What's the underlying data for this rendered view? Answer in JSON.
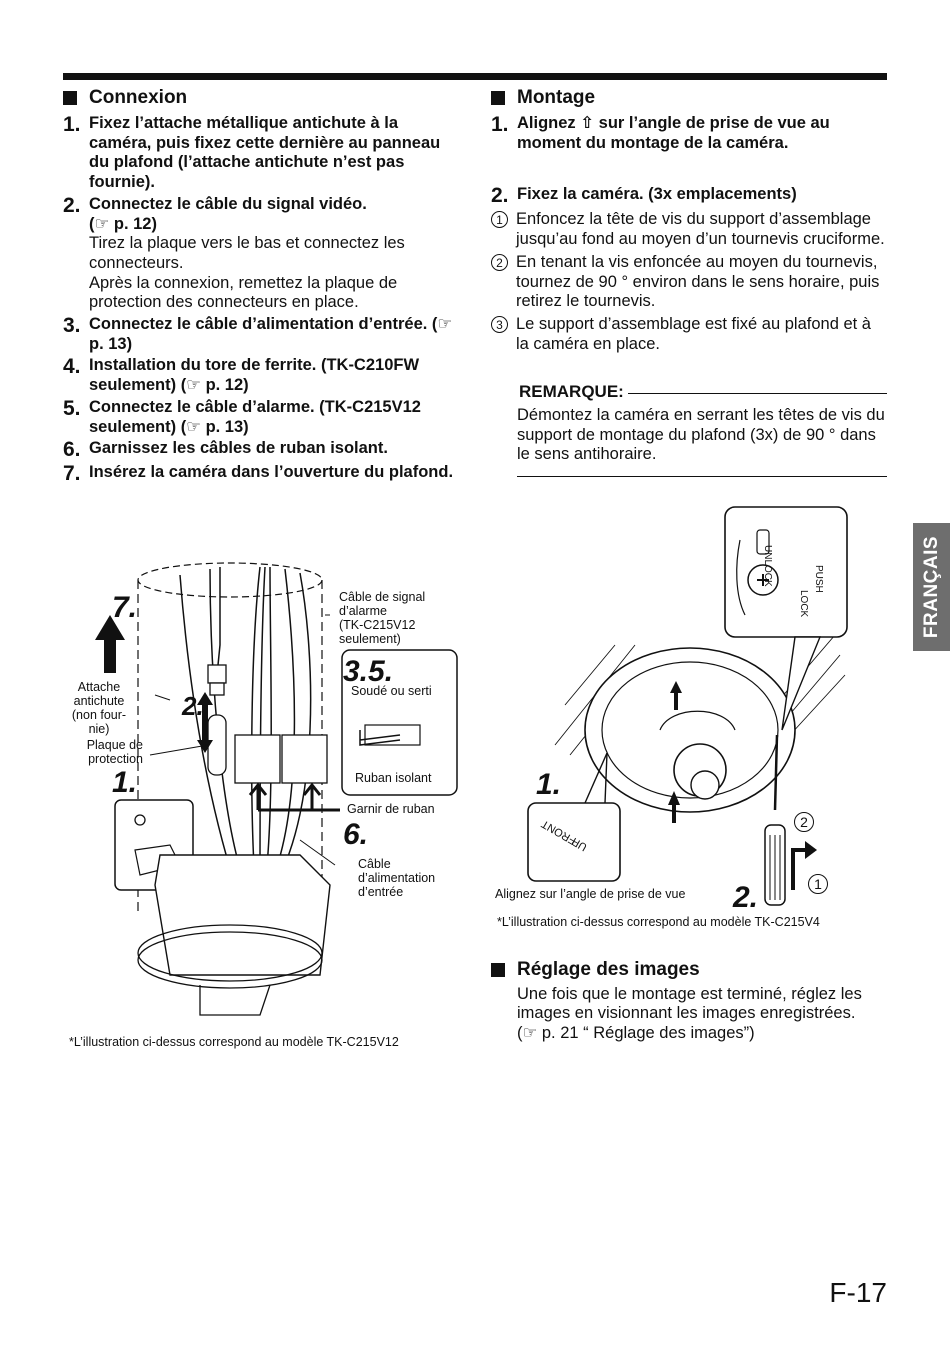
{
  "connexion": {
    "title": "Connexion",
    "steps": [
      {
        "n": "1.",
        "text": "Fixez l’attache métallique antichute à la caméra, puis fixez cette dernière au panneau du plafond (l’attache antichute n’est pas fournie)."
      },
      {
        "n": "2.",
        "text": "Connectez le câble du signal vidéo.",
        "ref": "(☞ p. 12)",
        "detail1": "Tirez la plaque vers le bas et connectez les connecteurs.",
        "detail2": "Après la connexion, remettez la plaque de protection des connecteurs en place."
      },
      {
        "n": "3.",
        "text": "Connectez le câble d’alimentation d’entrée. (☞ p. 13)"
      },
      {
        "n": "4.",
        "text": "Installation du tore de ferrite. (TK-C210FW seulement) (☞ p. 12)"
      },
      {
        "n": "5.",
        "text": "Connectez le câble d’alarme. (TK-C215V12 seulement) (☞ p. 13)"
      },
      {
        "n": "6.",
        "text": "Garnissez les câbles de ruban isolant."
      },
      {
        "n": "7.",
        "text": "Insérez la caméra dans l’ouverture du plafond."
      }
    ]
  },
  "montage": {
    "title": "Montage",
    "step1": {
      "n": "1.",
      "text": "Alignez ⇧ sur l’angle de prise de vue au moment du montage de la caméra."
    },
    "step2": {
      "n": "2.",
      "text": "Fixez la caméra. (3x emplacements)",
      "subs": [
        {
          "n": "1",
          "text": "Enfoncez la tête de vis du support d’assemblage jusqu’au fond au moyen d’un tournevis cruciforme."
        },
        {
          "n": "2",
          "text": "En tenant la vis enfoncée au moyen du tournevis, tournez de 90 ° environ dans le sens horaire, puis retirez le tournevis."
        },
        {
          "n": "3",
          "text": "Le support d’assemblage est fixé au plafond et à la caméra en place."
        }
      ]
    },
    "note_title": "REMARQUE:",
    "note_text": "Démontez la caméra en serrant les têtes de vis du support de montage du plafond (3x) de 90 ° dans le sens antihoraire."
  },
  "reglage": {
    "title": "Réglage des images",
    "text": "Une fois que le montage est terminé, réglez les images en visionnant les images enregistrées.",
    "ref": "(☞ p. 21 “ Réglage des images”)"
  },
  "figure_left": {
    "labels": {
      "alarm_cable": [
        "Câble de signal",
        "d’alarme",
        "(TK-C215V12",
        "seulement)"
      ],
      "attache": [
        "Attache",
        "antichute",
        "(non four-",
        "nie)"
      ],
      "plaque": [
        "Plaque de",
        "protection"
      ],
      "soude": "Soudé ou serti",
      "ruban": "Ruban isolant",
      "garnir": "Garnir de ruban",
      "cable_alim": [
        "Câble",
        "d’alimentation",
        "d’entrée"
      ]
    },
    "step_marks": [
      "7.",
      "2.",
      "1.",
      "3.5.",
      "6."
    ],
    "caption": "*L’illustration ci-dessus correspond au modèle TK-C215V12"
  },
  "figure_right": {
    "labels": {
      "unlock": "UNLOCK",
      "push": "PUSH",
      "lock": "LOCK",
      "front": "FRONT",
      "up": "UP",
      "align": "Alignez sur l’angle de prise de vue"
    },
    "step_marks": [
      "1.",
      "2."
    ],
    "circled": [
      "2",
      "1"
    ],
    "caption": "*L’illustration ci-dessus correspond au modèle TK-C215V4"
  },
  "side_tab": "FRANÇAIS",
  "page_number": "F-17"
}
